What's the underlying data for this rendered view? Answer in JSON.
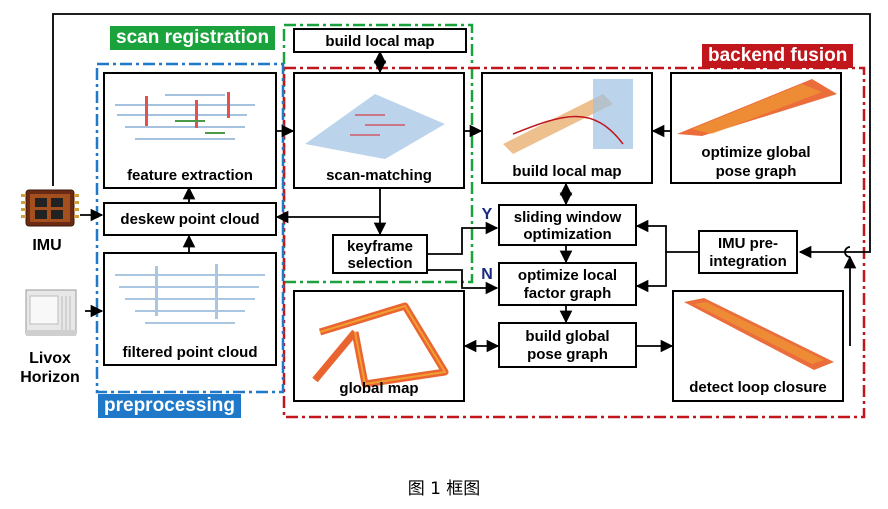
{
  "groups": {
    "scan_registration": "scan registration",
    "backend_fusion": "backend fusion",
    "preprocessing": "preprocessing"
  },
  "sensors": {
    "imu": "IMU",
    "lidar_line1": "Livox",
    "lidar_line2": "Horizon"
  },
  "nodes": {
    "build_local_map_top": "build local map",
    "feature_extraction": "feature extraction",
    "scan_matching": "scan-matching",
    "build_local_map_backend": "build local map",
    "optimize_global_l1": "optimize global",
    "optimize_global_l2": "pose graph",
    "deskew": "deskew point cloud",
    "keyframe_l1": "keyframe",
    "keyframe_l2": "selection",
    "sliding_l1": "sliding window",
    "sliding_l2": "optimization",
    "imu_pre_l1": "IMU pre-",
    "imu_pre_l2": "integration",
    "optimize_local_l1": "optimize local",
    "optimize_local_l2": "factor graph",
    "filtered": "filtered point cloud",
    "global_map": "global  map",
    "build_global_l1": "build global",
    "build_global_l2": "pose graph",
    "detect_loop": "detect loop closure"
  },
  "branches": {
    "yes": "Y",
    "no": "N"
  },
  "caption": "图 1 框图",
  "colors": {
    "scan_registration": "#1aa33c",
    "backend_fusion": "#c0161c",
    "preprocessing": "#1f78c8",
    "branch_label": "#1a2a80",
    "pointcloud_blue": "#8fb4d8",
    "pointcloud_orange": "#e8541a"
  }
}
